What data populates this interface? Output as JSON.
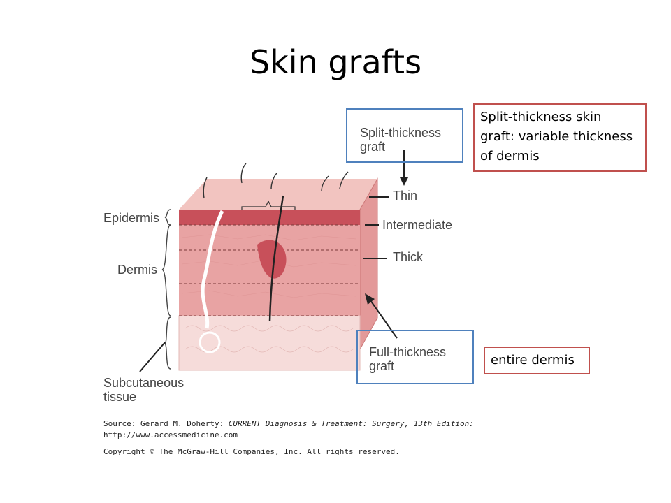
{
  "slide": {
    "title": "Skin grafts"
  },
  "callouts": {
    "split": "Split-thickness skin graft: variable thickness of dermis",
    "full": "entire dermis"
  },
  "figure": {
    "labels": {
      "epidermis": "Epidermis",
      "dermis": "Dermis",
      "subcutaneous_1": "Subcutaneous",
      "subcutaneous_2": "tissue",
      "split_graft_1": "Split-thickness",
      "split_graft_2": "graft",
      "full_graft_1": "Full-thickness",
      "full_graft_2": "graft",
      "thin": "Thin",
      "intermediate": "Intermediate",
      "thick": "Thick"
    },
    "source": {
      "line1_prefix": "Source: Gerard M. Doherty: ",
      "line1_italic": "CURRENT Diagnosis & Treatment: Surgery, 13th Edition:",
      "line2": "http://www.accessmedicine.com",
      "line3": "Copyright © The McGraw-Hill Companies, Inc. All rights reserved."
    }
  },
  "colors": {
    "callout_border": "#c0504d",
    "box_border": "#4f81bd",
    "skin_surface": "#f2c4c0",
    "dermis": "#e8a3a3",
    "epidermis": "#c8505a",
    "subcutaneous": "#f6dcda"
  }
}
